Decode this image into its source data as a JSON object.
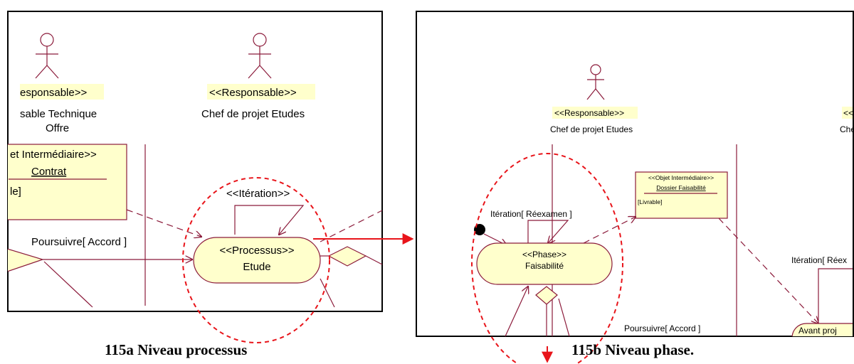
{
  "left_panel": {
    "actor1_stereotype": "esponsable>>",
    "actor1_name_line1": "sable Technique",
    "actor1_name_line2": "Offre",
    "actor2_stereotype": "<<Responsable>>",
    "actor2_name": "Chef de projet Etudes",
    "object_line1": "et Intermédiaire>>",
    "object_line2": "Contrat",
    "object_line3": "le]",
    "iteration_label": "<<Itération>>",
    "continue_label": "Poursuivre[ Accord ]",
    "process_stereotype": "<<Processus>>",
    "process_name": "Etude"
  },
  "right_panel": {
    "actor_stereotype": "<<Responsable>>",
    "actor_name": "Chef de projet Etudes",
    "actor2_stereotype_partial": "<<R",
    "actor2_name_partial": "Chef",
    "object_stereotype": "<<Objet Intermédiaire>>",
    "object_name": "Dossier Faisabilité",
    "object_tag": "[Livrable]",
    "iteration_label": "Itération[ Réexamen ]",
    "iteration2_partial": "Itération[ Réex",
    "phase_stereotype": "<<Phase>>",
    "phase_name": "Faisabilité",
    "continue_label": "Poursuivre[ Accord ]",
    "next_phase_partial": "Avant proj"
  },
  "captions": {
    "left": "115a Niveau processus",
    "right": "115b Niveau phase."
  },
  "colors": {
    "highlight": "#ffffcc",
    "uml_line": "#8b1a3a",
    "callout_red": "#e8141a"
  }
}
